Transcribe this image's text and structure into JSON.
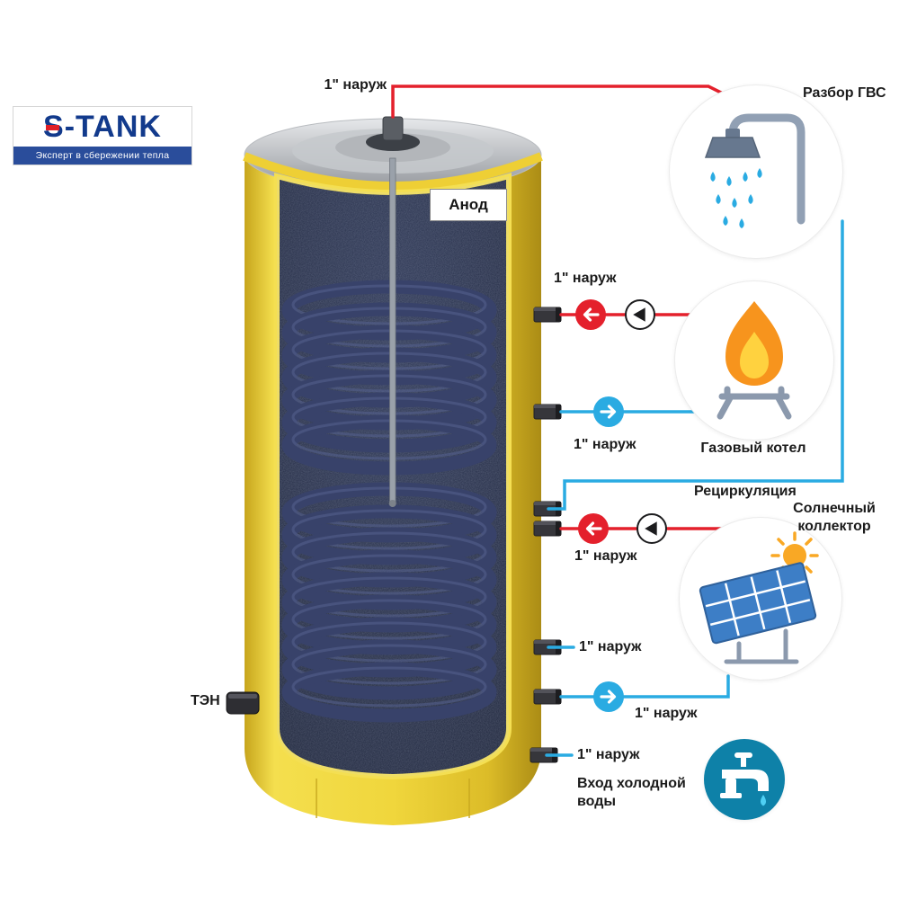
{
  "brand": {
    "title": "S-TANK",
    "subtitle": "Эксперт в сбережении тепла"
  },
  "tank": {
    "anode_label": "Анод",
    "heater_label": "ТЭН"
  },
  "ports": {
    "top": "1\" наруж",
    "boiler_supply": "1\" наруж",
    "boiler_return": "1\" наруж",
    "solar_supply": "1\" наруж",
    "middle": "1\" наруж",
    "solar_return": "1\" наруж",
    "cold_inlet": "1\" наруж"
  },
  "callouts": {
    "dhw": "Разбор ГВС",
    "gas_boiler": "Газовый котел",
    "recirculation": "Рециркуляция",
    "solar_collector": "Солнечный коллектор",
    "cold_water": "Вход холодной воды"
  },
  "icons": {
    "shower": "shower-icon",
    "gas_flame": "gas-flame-icon",
    "solar_panel": "solar-panel-icon",
    "sun": "sun-icon",
    "faucet": "faucet-icon",
    "pump": "pump-icon",
    "flow_in": "arrow-left-icon",
    "flow_out": "arrow-right-icon"
  },
  "colors": {
    "hot_line": "#e4202c",
    "cold_line": "#2aabe2",
    "tank_shell": "#f0d63c",
    "tank_interior": "#232c45",
    "brand_navy": "#123a8c",
    "faucet_circle": "#0e81a8"
  }
}
